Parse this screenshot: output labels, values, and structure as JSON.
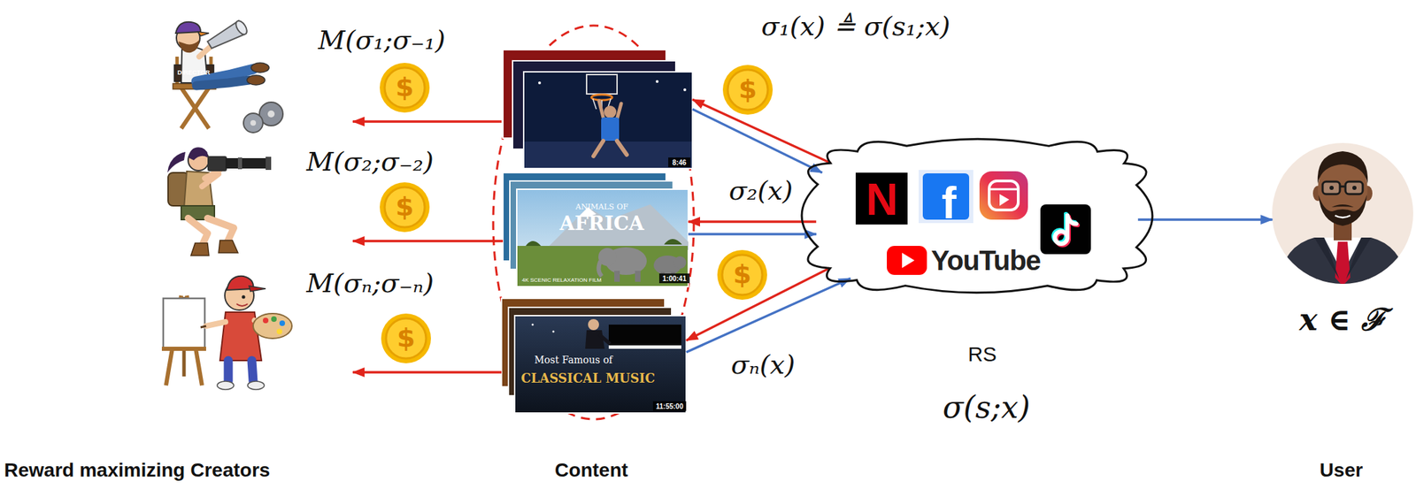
{
  "diagram": {
    "nodes": [
      {
        "text": [
          "M(σ₁;σ₋₁)",
          "DIRECTOR"
        ]
      },
      {
        "text": [
          "M(σ₂;σ₋₂)"
        ]
      },
      {
        "text": [
          "M(σₙ;σ₋ₙ)"
        ]
      },
      {
        "text": [
          "8:46"
        ]
      },
      {
        "text": [
          "ANIMALS OF",
          "AFRICA",
          "4K SCENIC RELAXATION FILM",
          "1:00:41"
        ]
      },
      {
        "text": [
          "Most Famous of",
          "CLASSICAL MUSIC",
          "11:55:00"
        ]
      },
      {
        "text": [
          "N",
          "f",
          "YouTube",
          "RS",
          "σ(s;x)"
        ]
      },
      {
        "text": [
          "x ∈ ℱ"
        ]
      }
    ],
    "edges": [
      {
        "from": 3,
        "to": 6,
        "arrow": "to",
        "label": "σ₁(x) ≜ σ(s₁;x)"
      },
      {
        "from": 6,
        "to": 3,
        "arrow": "to"
      },
      {
        "from": 4,
        "to": 6,
        "arrow": "to",
        "label": "σ₂(x)"
      },
      {
        "from": 6,
        "to": 4,
        "arrow": "to"
      },
      {
        "from": 5,
        "to": 6,
        "arrow": "to",
        "label": "σₙ(x)"
      },
      {
        "from": 6,
        "to": 5,
        "arrow": "to"
      },
      {
        "from": 6,
        "to": 7,
        "arrow": "to"
      },
      {
        "from": 3,
        "to": 0,
        "arrow": "to"
      },
      {
        "from": 4,
        "to": 1,
        "arrow": "to"
      },
      {
        "from": 5,
        "to": 2,
        "arrow": "to"
      }
    ],
    "labels": [
      "$",
      "$",
      "$",
      "$",
      "$",
      "Reward maximizing Creators",
      "Content",
      "User"
    ]
  }
}
